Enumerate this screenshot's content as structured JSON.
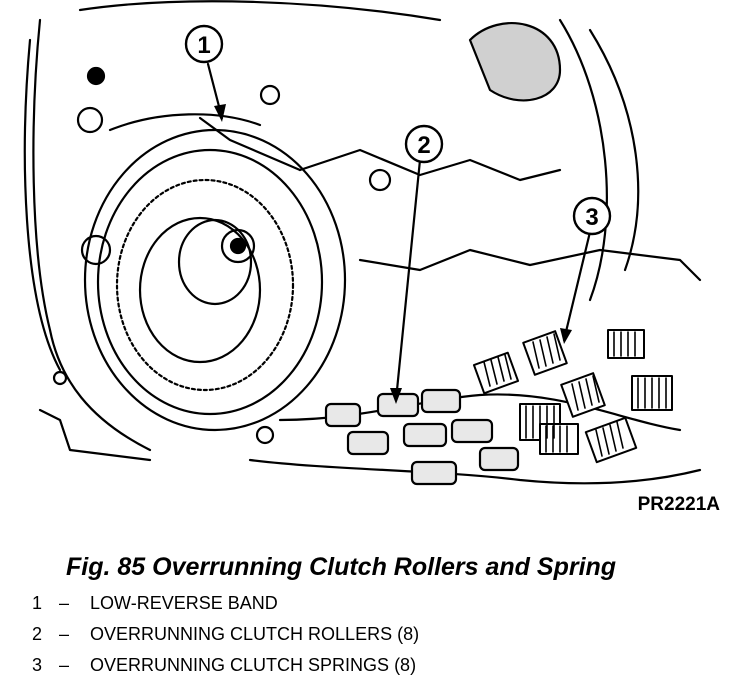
{
  "callouts": [
    "1",
    "2",
    "3"
  ],
  "figure_code": "PR2221A",
  "caption": "Fig. 85 Overrunning Clutch Rollers and Spring",
  "legend": [
    {
      "number": "1",
      "separator": "–",
      "text": "LOW-REVERSE BAND"
    },
    {
      "number": "2",
      "separator": "–",
      "text": "OVERRUNNING CLUTCH ROLLERS (8)"
    },
    {
      "number": "3",
      "separator": "–",
      "text": "OVERRUNNING CLUTCH SPRINGS (8)"
    }
  ]
}
